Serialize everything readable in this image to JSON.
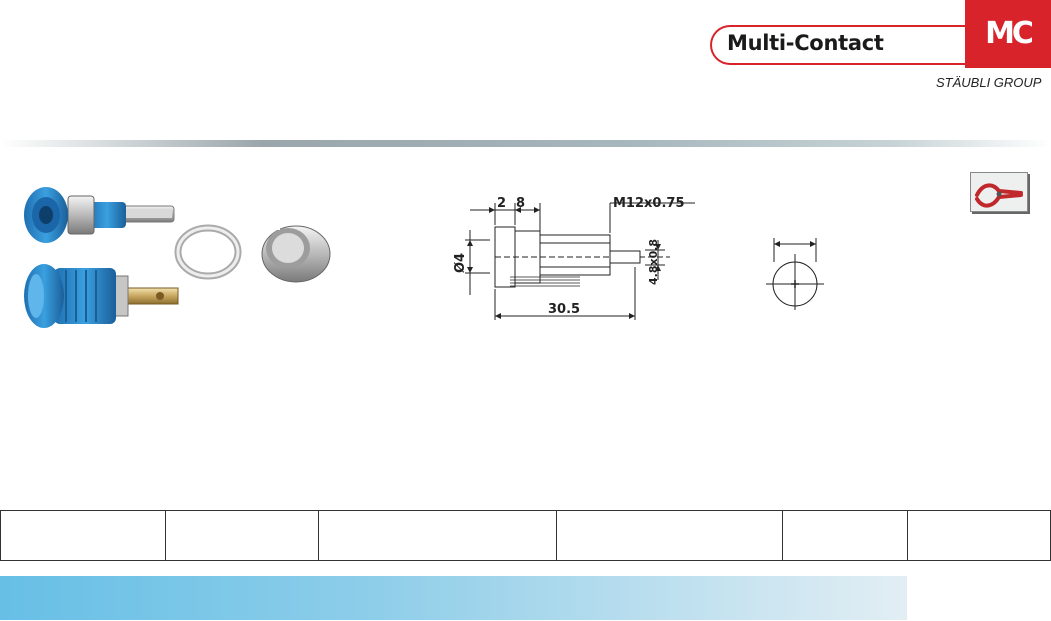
{
  "brand": {
    "name": "Multi-Contact",
    "mark": "MC",
    "group": "STÄUBLI GROUP",
    "color": "#d8232a"
  },
  "drawing": {
    "dim_a": "2",
    "dim_b": "8",
    "thread": "M12x0.75",
    "diameter": "Ø4",
    "tab": "4.8x0.8",
    "length": "30.5"
  },
  "icons": {
    "tool": "pliers-icon"
  },
  "spec_table": {
    "cells": [
      "",
      "",
      "",
      "",
      "",
      ""
    ]
  },
  "colors": {
    "accent_blue": "#67bfe6",
    "socket_blue": "#2e8fd0"
  }
}
